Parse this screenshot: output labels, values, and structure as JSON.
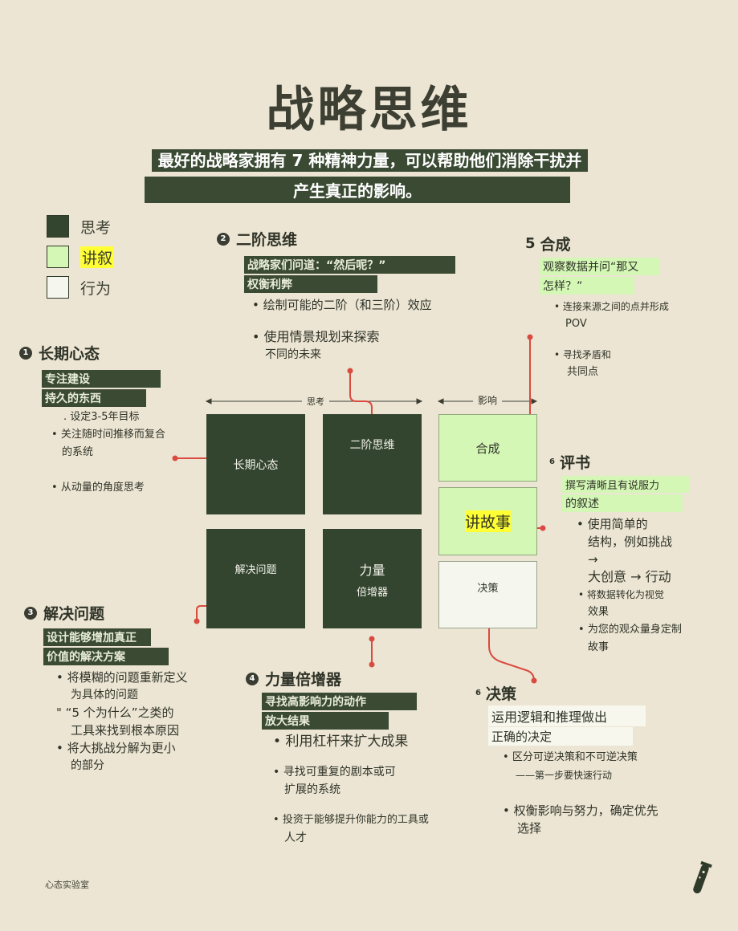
{
  "title": "战略思维",
  "subtitle": {
    "line1": "最好的战略家拥有 7 种精神力量，可以帮助他们消除干扰并",
    "line2": "产生真正的影响。"
  },
  "legend": [
    {
      "label": "思考",
      "color": "#33452f"
    },
    {
      "label": "讲叙",
      "color": "#d4f7b6"
    },
    {
      "label": "行为",
      "color": "#f5f7ee"
    }
  ],
  "axis": {
    "thinking": "思考",
    "impact": "影响"
  },
  "boxes": {
    "long_term": "长期心态",
    "second_order": "二阶思维",
    "synthesis": "合成",
    "solve": "解决问题",
    "multiplier_1": "力量",
    "multiplier_2": "倍增器",
    "storytelling": "讲故事",
    "decision": "决策"
  },
  "sections": {
    "s1": {
      "num": "1",
      "title": "长期心态",
      "hl1": "专注建设",
      "hl2": "持久的东西",
      "b1": ". 设定3-5年目标",
      "b2a": "关注随时间推移而复合",
      "b2b": "的系统",
      "b3": "从动量的角度思考"
    },
    "s2": {
      "num": "2",
      "title": "二阶思维",
      "hl1": "战略家们问道：“然后呢？”",
      "hl2": "权衡利弊",
      "b1": "绘制可能的二阶（和三阶）效应",
      "b2a": "使用情景规划来探索",
      "b2b": "不同的未来"
    },
    "s3": {
      "num": "3",
      "title": "解决问题",
      "hl1": "设计能够增加真正",
      "hl2": "价值的解决方案",
      "b1a": "将模糊的问题重新定义",
      "b1b": "为具体的问题",
      "b2a": "“5 个为什么”之类的",
      "b2b": "工具来找到根本原因",
      "b3a": "将大挑战分解为更小",
      "b3b": "的部分"
    },
    "s4": {
      "num": "4",
      "title": "力量倍增器",
      "hl1": "寻找高影响力的动作",
      "hl2": "放大结果",
      "b1": "利用杠杆来扩大成果",
      "b2a": "寻找可重复的剧本或可",
      "b2b": "扩展的系统",
      "b3a": "投资于能够提升你能力的工具或",
      "b3b": "人才"
    },
    "s5": {
      "num": "5",
      "title": "合成",
      "hl1": "观察数据并问“那又",
      "hl2": "怎样？”",
      "b1a": "连接来源之间的点并形成",
      "b1b": "POV",
      "b2a": "寻找矛盾和",
      "b2b": "共同点"
    },
    "s6": {
      "num": "6",
      "title": "评书",
      "hl1": "撰写清晰且有说服力",
      "hl2": "的叙述",
      "b1a": "使用简单的",
      "b1b": "结构，例如挑战",
      "b1c": "→",
      "b1d": "大创意 → 行动",
      "b2a": "将数据转化为视觉",
      "b2b": "效果",
      "b3a": "为您的观众量身定制",
      "b3b": "故事"
    },
    "s7": {
      "num": "6",
      "title": "决策",
      "hl1": "运用逻辑和推理做出",
      "hl2": "正确的决定",
      "b1a": "区分可逆决策和不可逆决策",
      "b1b": "——第一步要快速行动",
      "b2a": "权衡影响与努力，确定优先",
      "b2b": "选择"
    }
  },
  "footer": "心态实验室",
  "icon": "test-tube-icon"
}
